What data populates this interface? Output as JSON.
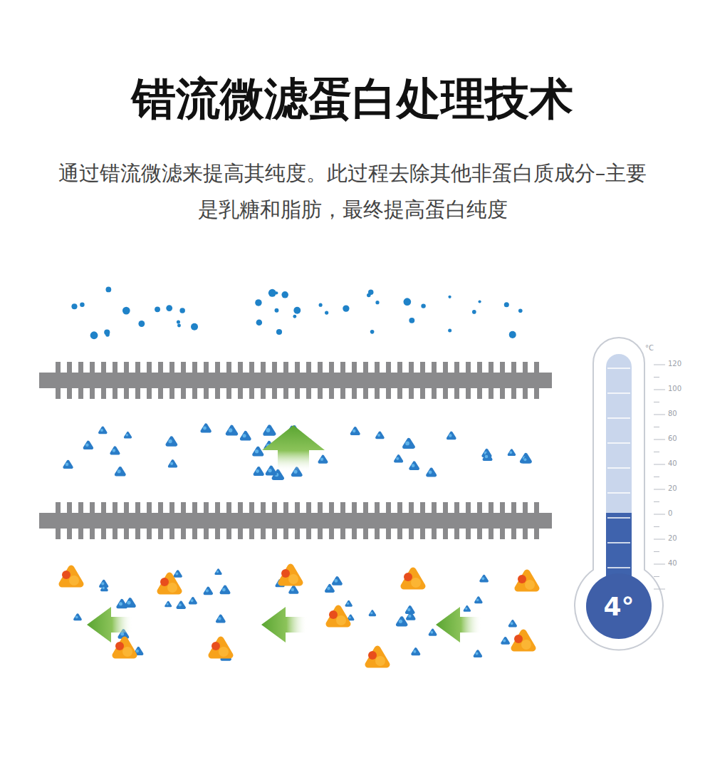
{
  "diagram": {
    "title": "错流微滤蛋白处理技术",
    "nodes": [
      {
        "text": [
          "4°"
        ]
      }
    ],
    "edges": [],
    "labels": [
      "通过错流微滤来提高其纯度。此过程去除其他非蛋白质成分–主要是乳糖和脂肪，最终提高蛋白纯度",
      "°C",
      "120",
      "100",
      "80",
      "60",
      "40",
      "20",
      "0",
      "20",
      "40"
    ]
  }
}
